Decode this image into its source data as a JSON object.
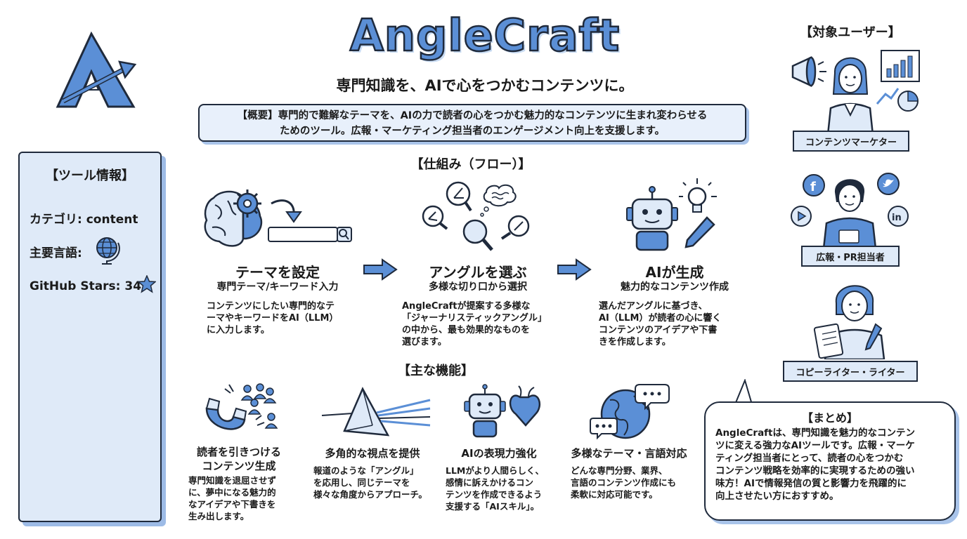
{
  "header": {
    "title": "AngleCraft",
    "tagline": "専門知識を、AIで心をつかむコンテンツに。",
    "overview_line1": "【概要】専門的で難解なテーマを、AIの力で読者の心をつかむ魅力的なコンテンツに生まれ変わらせる",
    "overview_line2": "ためのツール。広報・マーケティング担当者のエンゲージメント向上を支援します。"
  },
  "sidebar": {
    "heading": "【ツール情報】",
    "category": "カテゴリ: content",
    "language_label": "主要言語:",
    "github_stars": "GitHub Stars: 34"
  },
  "flow": {
    "heading": "【仕組み（フロー）】",
    "steps": [
      {
        "title": "テーマを設定",
        "subtitle": "専門テーマ/キーワード入力",
        "desc": [
          "コンテンツにしたい専門的なテ",
          "ーマやキーワードをAI（LLM）",
          "に入力します。"
        ]
      },
      {
        "title": "アングルを選ぶ",
        "subtitle": "多様な切り口から選択",
        "desc": [
          "AngleCraftが提案する多様な",
          "「ジャーナリスティックアングル」",
          "の中から、最も効果的なものを",
          "選びます。"
        ]
      },
      {
        "title": "AIが生成",
        "subtitle": "魅力的なコンテンツ作成",
        "desc": [
          "選んだアングルに基づき、",
          "AI（LLM）が読者の心に響く",
          "コンテンツのアイデアや下書",
          "きを作成します。"
        ]
      }
    ]
  },
  "features": {
    "heading": "【主な機能】",
    "items": [
      {
        "title": [
          "読者を引きつける",
          "コンテンツ生成"
        ],
        "desc": [
          "専門知識を退屈させず",
          "に、夢中になる魅力的",
          "なアイデアや下書きを",
          "生み出します。"
        ]
      },
      {
        "title": [
          "多角的な視点を提供"
        ],
        "desc": [
          "報道のような「アングル」",
          "を応用し、同じテーマを",
          "様々な角度からアプローチ。"
        ]
      },
      {
        "title": [
          "AIの表現力強化"
        ],
        "desc": [
          "LLMがより人間らしく、",
          "感情に訴えかけるコン",
          "テンツを作成できるよう",
          "支援する「AIスキル」。"
        ]
      },
      {
        "title": [
          "多様なテーマ・言語対応"
        ],
        "desc": [
          "どんな専門分野、業界、",
          "言語のコンテンツ作成にも",
          "柔軟に対応可能です。"
        ]
      }
    ]
  },
  "users": {
    "heading": "【対象ユーザー】",
    "items": [
      {
        "label": "コンテンツマーケター"
      },
      {
        "label": "広報・PR担当者"
      },
      {
        "label": "コピーライター・ライター"
      }
    ]
  },
  "summary": {
    "heading": "【まとめ】",
    "body": [
      "AngleCraftは、専門知識を魅力的なコンテン",
      "ツに変える強力なAIツールです。広報・マーケ",
      "ティング担当者にとって、読者の心をつかむ",
      "コンテンツ戦略を効率的に実現するための強い",
      "味方！AIで情報発信の質と影響力を飛躍的に",
      "向上させたい方におすすめ。"
    ]
  },
  "colors": {
    "accent": "#5b8fd6",
    "light": "#dfeaf8",
    "ink": "#1f2a3c",
    "shadow": "#9dbbe6"
  }
}
